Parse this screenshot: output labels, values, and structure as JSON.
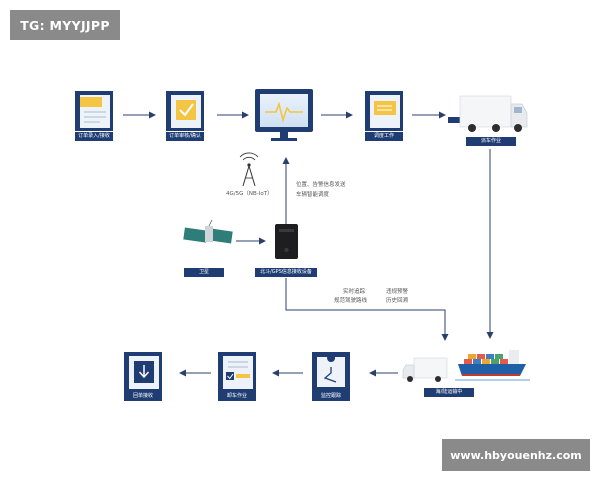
{
  "watermarks": {
    "top": "TG: MYYJJPP",
    "bottom": "www.hbyouenhz.com"
  },
  "nodes": {
    "order_import": "订单录入/接收",
    "order_review": "订单审核/确认",
    "dispatch": "调度工作",
    "dispatch_vehicle": "派车作业",
    "satellite": "卫星",
    "gps_device": "北斗/GPS信息接收设备",
    "sea_land_transport": "海/陆运输中",
    "monitor_track": "监控跟踪",
    "unload": "卸车作业",
    "receipt": "回单接收"
  },
  "annotations": {
    "network": "4G/5G（NB-IoT）",
    "report_line1": "位置、告警信息发送",
    "report_line2": "车辆智能调度",
    "track_line1": "实时追踪",
    "track_line2": "规范驾驶路线",
    "warn_line1": "违规预警",
    "warn_line2": "历史回溯"
  },
  "colors": {
    "navy": "#1f3d73",
    "arrow": "#2b3f6b",
    "accent_yellow": "#f4c542"
  }
}
